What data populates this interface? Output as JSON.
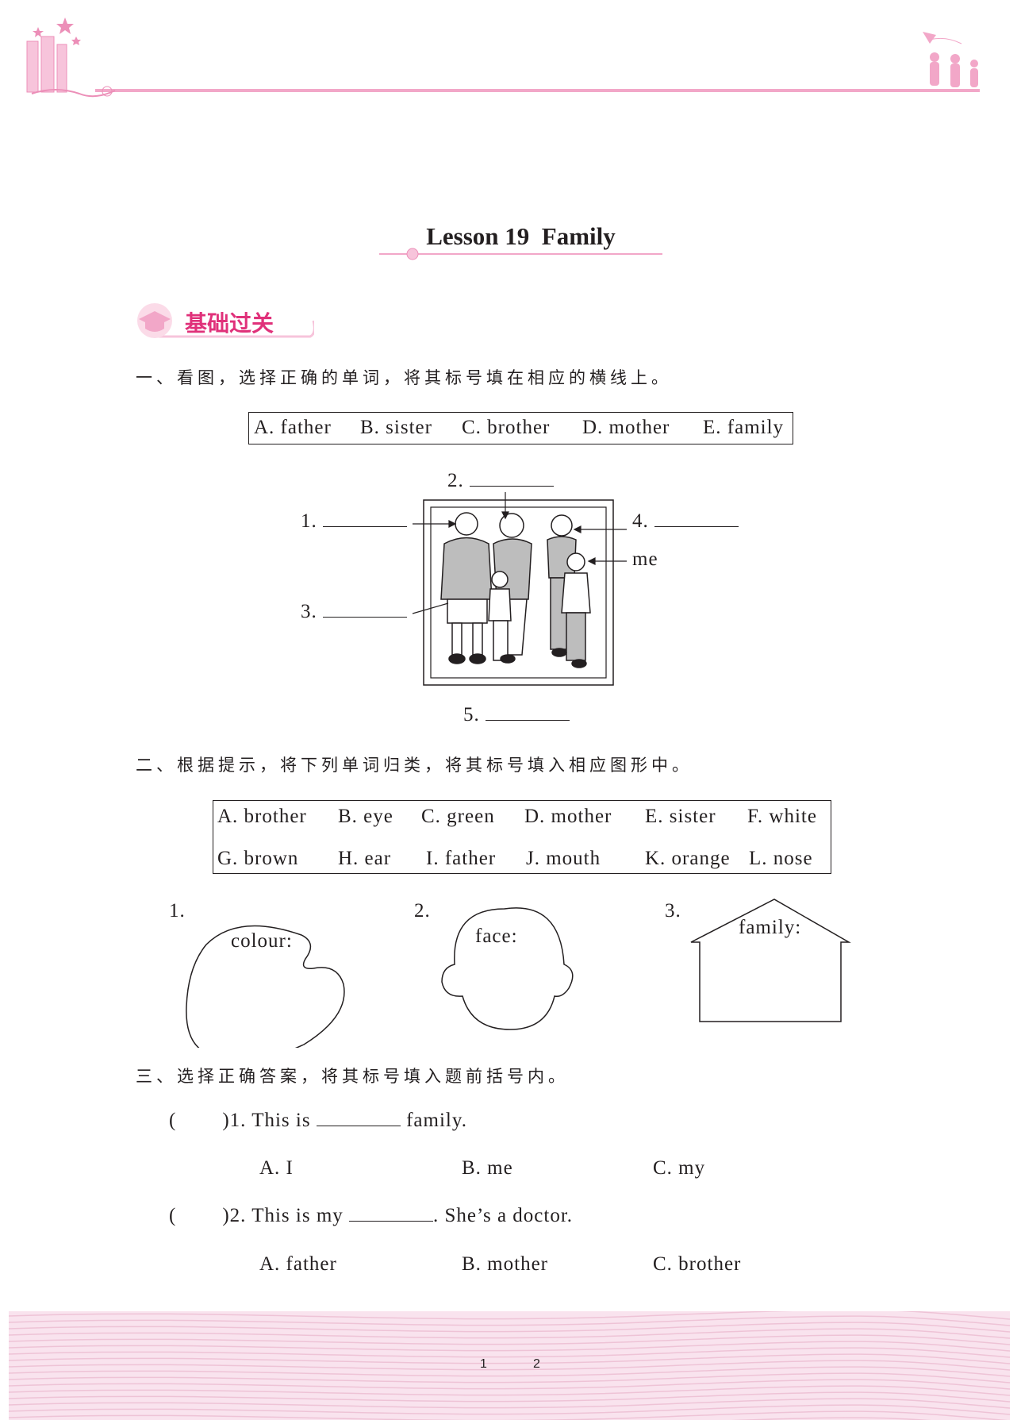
{
  "header": {
    "accent": "#f2a7c8"
  },
  "title": {
    "lesson": "Lesson 19",
    "topic": "Family"
  },
  "section_badge": "基础过关",
  "q1": {
    "instruction": "一、看图，选择正确的单词，将其标号填在相应的横线上。",
    "options": [
      "A. father",
      "B. sister",
      "C. brother",
      "D. mother",
      "E. family"
    ],
    "labels": {
      "n1": "1.",
      "n2": "2.",
      "n3": "3.",
      "n4": "4.",
      "n5": "5.",
      "me": "me"
    }
  },
  "q2": {
    "instruction": "二、根据提示，将下列单词归类，将其标号填入相应图形中。",
    "row1": [
      "A. brother",
      "B. eye",
      "C. green",
      "D. mother",
      "E. sister",
      "F. white"
    ],
    "row2": [
      "G. brown",
      "H. ear",
      "I. father",
      "J. mouth",
      "K. orange",
      "L. nose"
    ],
    "shapes": [
      {
        "num": "1.",
        "label": "colour:"
      },
      {
        "num": "2.",
        "label": "face:"
      },
      {
        "num": "3.",
        "label": "family:"
      }
    ]
  },
  "q3": {
    "instruction": "三、选择正确答案，将其标号填入题前括号内。",
    "questions": [
      {
        "paren": "(        )",
        "before": "1. This is",
        "after": "family.",
        "options": [
          "A. I",
          "B. me",
          "C. my"
        ]
      },
      {
        "paren": "(        )",
        "before": "2. This is my",
        "after": ". She’s a doctor.",
        "options": [
          "A. father",
          "B. mother",
          "C. brother"
        ]
      }
    ]
  },
  "footer": {
    "page_left": "1",
    "page_right": "2"
  }
}
